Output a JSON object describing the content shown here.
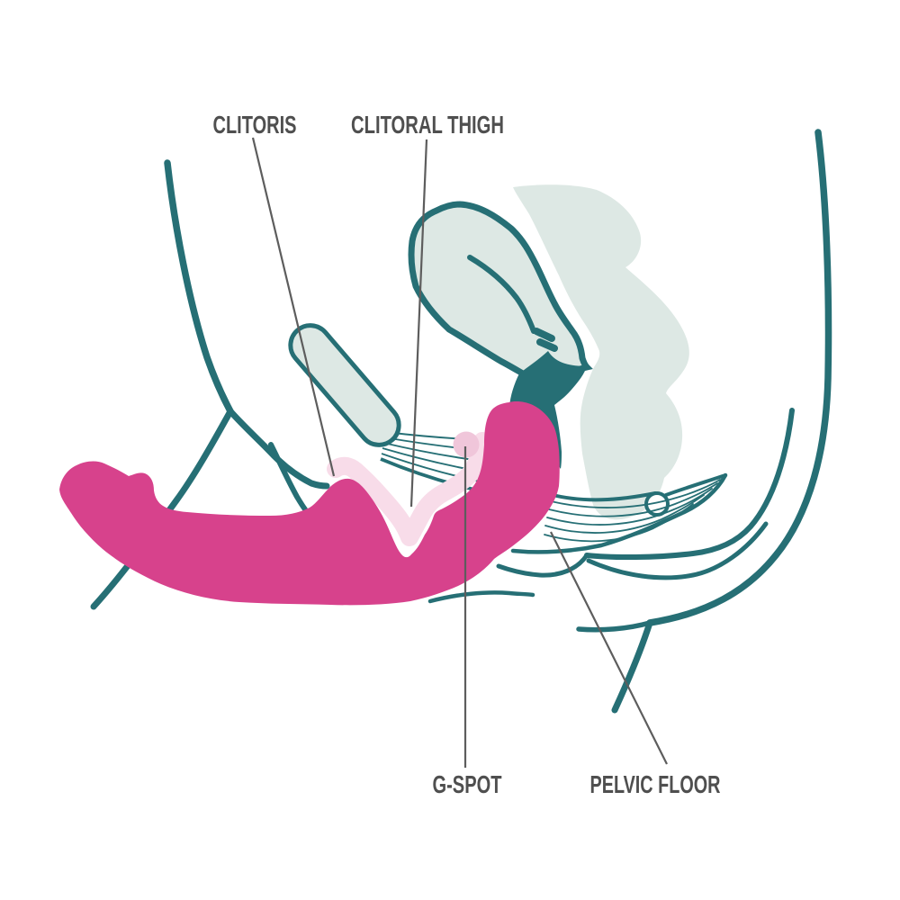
{
  "figure": {
    "type": "anatomical-diagram",
    "description": "Side cross-section illustration of the female pelvis showing internal anatomy with a curved dual-arm vibrator in place",
    "background": "#ffffff"
  },
  "labels": {
    "clitoris": "CLITORIS",
    "clitoral_thigh": "CLITORAL THIGH",
    "g_spot": "G-SPOT",
    "pelvic_floor": "PELVIC FLOOR"
  },
  "annotations": [
    {
      "text": "CLITORIS",
      "points_to": "clitoris (light pink body at the vulva)"
    },
    {
      "text": "CLITORAL THIGH",
      "points_to": "clitoral crus alongside the vaginal opening"
    },
    {
      "text": "G-SPOT",
      "points_to": "g-spot area on the front vaginal wall"
    },
    {
      "text": "PELVIC FLOOR",
      "points_to": "pelvic floor muscle band"
    }
  ],
  "colors": {
    "teal": "#266f75",
    "mint": "#dde8e4",
    "pink": "#d7428c",
    "light_pink": "#f8dce9",
    "gspot_pink": "#f0c6da",
    "label_text": "#4f4f4f",
    "leader_line": "#5d5d5d",
    "background": "#ffffff"
  }
}
